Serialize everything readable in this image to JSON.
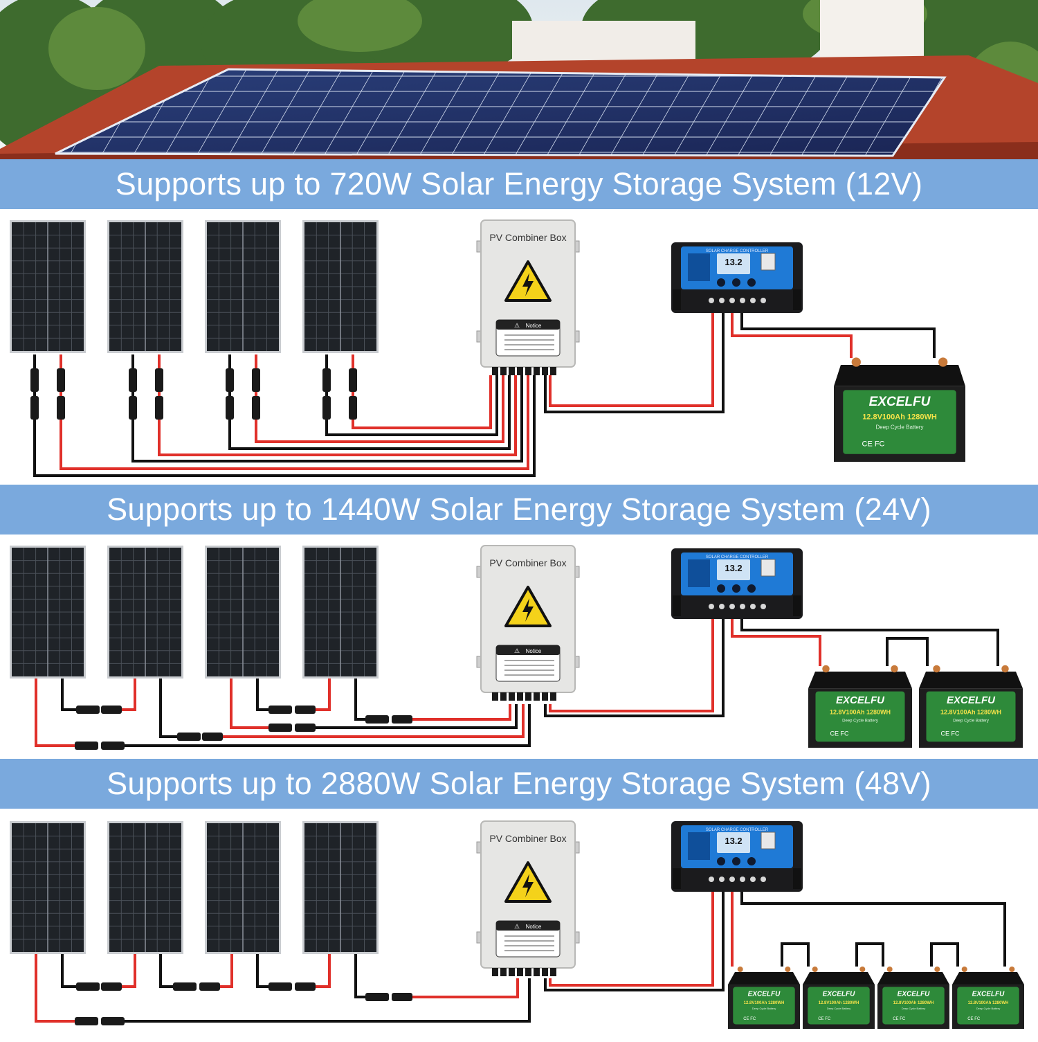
{
  "sections": [
    {
      "title": "Supports up to 720W Solar Energy Storage System (12V)",
      "combiner_label": "PV Combiner Box",
      "notice": "Notice",
      "controller_title": "SOLAR CHARGE CONTROLLER",
      "controller_display": "13.2",
      "battery_count": 1
    },
    {
      "title": "Supports up to 1440W Solar Energy Storage System (24V)",
      "combiner_label": "PV Combiner Box",
      "notice": "Notice",
      "controller_title": "SOLAR CHARGE CONTROLLER",
      "controller_display": "13.2",
      "battery_count": 2
    },
    {
      "title": "Supports up to 2880W Solar Energy Storage System (48V)",
      "combiner_label": "PV Combiner Box",
      "notice": "Notice",
      "controller_title": "SOLAR CHARGE CONTROLLER",
      "controller_display": "13.2",
      "battery_count": 4
    }
  ],
  "battery": {
    "brand": "EXCELFU",
    "spec": "12.8V100Ah 1280WH",
    "type": "Deep Cycle Battery",
    "marks": "CE FC"
  },
  "colors": {
    "band": "#7aa9dd",
    "wire_red": "#e0302a",
    "wire_black": "#111111",
    "battery_green": "#2e8a3a",
    "controller_blue": "#1f7ad6",
    "panel_dark": "#1c1f24"
  }
}
